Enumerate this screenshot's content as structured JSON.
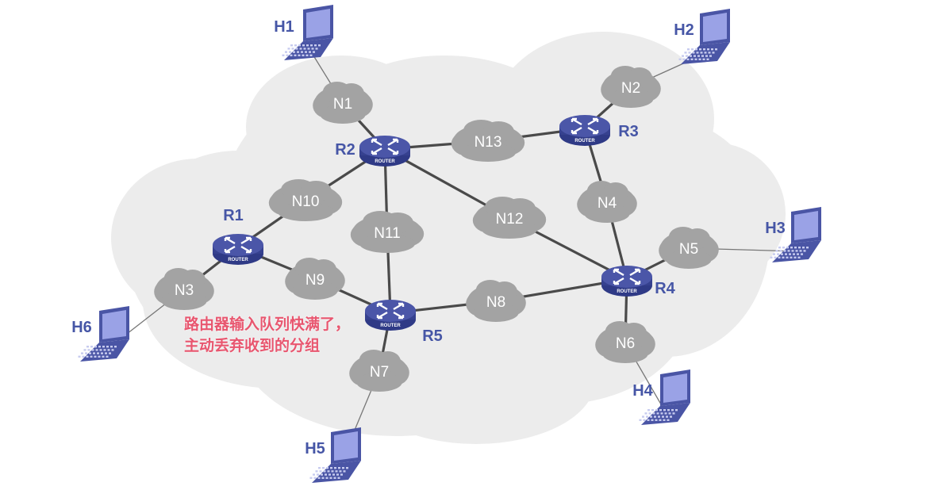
{
  "colors": {
    "background_cloud": "#ececec",
    "network_cloud": "#a3a3a3",
    "network_label": "#ffffff",
    "router_body": "#4b56a8",
    "device_label": "#4656a6",
    "link": "#4a4a4a",
    "host_link": "#777777",
    "laptop": "#4a55a5",
    "annotation": "#e8566f"
  },
  "routers": [
    {
      "id": "R1",
      "label": "R1",
      "badge": "ROUTER"
    },
    {
      "id": "R2",
      "label": "R2",
      "badge": "ROUTER"
    },
    {
      "id": "R3",
      "label": "R3",
      "badge": "ROUTER"
    },
    {
      "id": "R4",
      "label": "R4",
      "badge": "ROUTER"
    },
    {
      "id": "R5",
      "label": "R5",
      "badge": "ROUTER"
    }
  ],
  "networks": [
    {
      "id": "N1",
      "label": "N1"
    },
    {
      "id": "N2",
      "label": "N2"
    },
    {
      "id": "N3",
      "label": "N3"
    },
    {
      "id": "N4",
      "label": "N4"
    },
    {
      "id": "N5",
      "label": "N5"
    },
    {
      "id": "N6",
      "label": "N6"
    },
    {
      "id": "N7",
      "label": "N7"
    },
    {
      "id": "N8",
      "label": "N8"
    },
    {
      "id": "N9",
      "label": "N9"
    },
    {
      "id": "N10",
      "label": "N10"
    },
    {
      "id": "N11",
      "label": "N11"
    },
    {
      "id": "N12",
      "label": "N12"
    },
    {
      "id": "N13",
      "label": "N13"
    }
  ],
  "hosts": [
    {
      "id": "H1",
      "label": "H1",
      "icon": "laptop-icon"
    },
    {
      "id": "H2",
      "label": "H2",
      "icon": "laptop-icon"
    },
    {
      "id": "H3",
      "label": "H3",
      "icon": "laptop-icon"
    },
    {
      "id": "H4",
      "label": "H4",
      "icon": "laptop-icon"
    },
    {
      "id": "H5",
      "label": "H5",
      "icon": "laptop-icon"
    },
    {
      "id": "H6",
      "label": "H6",
      "icon": "laptop-icon"
    }
  ],
  "links": [
    [
      "R2",
      "N1"
    ],
    [
      "R2",
      "N13"
    ],
    [
      "N13",
      "R3"
    ],
    [
      "R2",
      "N10"
    ],
    [
      "N10",
      "R1"
    ],
    [
      "R2",
      "N11"
    ],
    [
      "N11",
      "R5"
    ],
    [
      "R2",
      "N12"
    ],
    [
      "N12",
      "R4"
    ],
    [
      "R3",
      "N4"
    ],
    [
      "N4",
      "R4"
    ],
    [
      "R4",
      "N8"
    ],
    [
      "N8",
      "R5"
    ],
    [
      "R1",
      "N9"
    ],
    [
      "N9",
      "R5"
    ],
    [
      "R1",
      "N3"
    ],
    [
      "R4",
      "N5"
    ],
    [
      "R4",
      "N6"
    ],
    [
      "R5",
      "N7"
    ],
    [
      "R3",
      "N2"
    ]
  ],
  "host_links": [
    [
      "H1",
      "N1"
    ],
    [
      "H2",
      "N2"
    ],
    [
      "H3",
      "N5"
    ],
    [
      "H4",
      "N6"
    ],
    [
      "H5",
      "N7"
    ],
    [
      "H6",
      "N3"
    ]
  ],
  "annotation": {
    "line1": "路由器输入队列快满了，",
    "line2": "主动丢弃收到的分组"
  }
}
